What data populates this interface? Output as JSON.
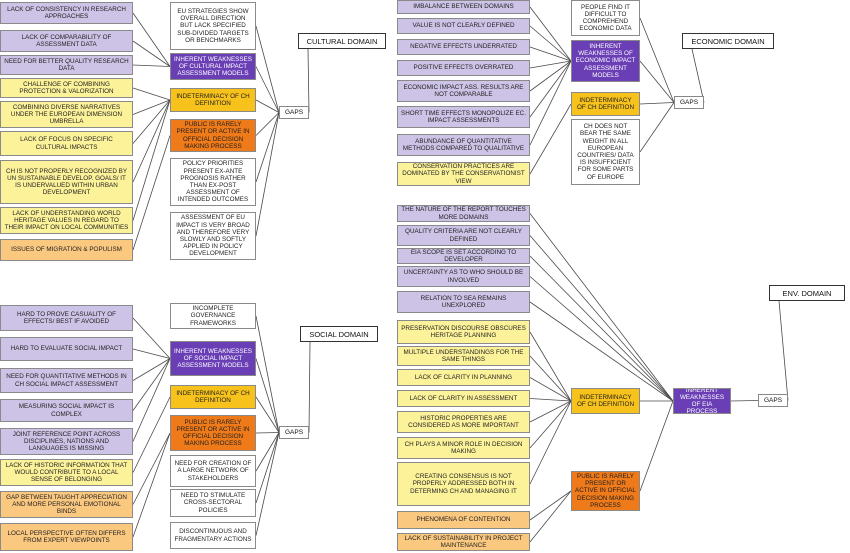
{
  "colors": {
    "lavender": "#cdc3e6",
    "purple": "#6a3fb5",
    "yellow": "#fcf29a",
    "gold": "#f7c21c",
    "orange": "#ef7a1a",
    "peach": "#fbc880",
    "white": "#ffffff",
    "line": "#4a4a4a"
  },
  "domains": {
    "cultural": "CULTURAL DOMAIN",
    "economic": "ECONOMIC DOMAIN",
    "social": "SOCIAL DOMAIN",
    "env": "ENV. DOMAIN"
  },
  "gaps_label": "GAPS",
  "cultural": {
    "causes": [
      "LACK OF CONSISTENCY IN RESEARCH APPROACHES",
      "LACK OF COMPARABILITY OF ASSESSMENT DATA",
      "NEED FOR BETTER QUALITY RESEARCH DATA",
      "CHALLENGE OF COMBINING PROTECTION & VALORIZATION",
      "COMBINING DIVERSE NARRATIVES UNDER THE EUROPEAN DIMENSION UMBRELLA",
      "LACK OF FOCUS ON SPECIFIC CULTURAL IMPACTS",
      "CH IS NOT PROPERLY RECOGNIZED BY UN SUSTAINABLE DEVELOP. GOALS/ IT IS UNDERVALUED WITHIN URBAN DEVELOPMENT",
      "LACK OF UNDERSTANDING WORLD HERITAGE VALUES IN REGARD TO THEIR IMPACT ON LOCAL COMMUNITIES",
      "ISSUES OF MIGRATION & POPULISM"
    ],
    "categories": [
      "EU STRATEGIES SHOW OVERALL DIRECTION BUT LACK SPECIFIED SUB-DIVIDED TARGETS OR BENCHMARKS",
      "INHERENT WEAKNESSES OF CULTURAL IMPACT ASSESSMENT MODELS",
      "INDETERMINACY OF CH DEFINITION",
      "PUBLIC IS RARELY PRESENT OR ACTIVE IN OFFICIAL DECISION MAKING PROCESS",
      "POLICY PRIORITIES PRESENT EX-ANTE PROGNOSIS RATHER THAN EX-POST ASSESSMENT OF INTENDED OUTCOMES",
      "ASSESSMENT OF EU IMPACT IS VERY BROAD AND THEREFORE VERY SLOWLY AND SOFTLY APPLIED IN POLICY DEVELOPMENT"
    ]
  },
  "economic": {
    "causes": [
      "IMBALANCE BETWEEN DOMAINS",
      "VALUE IS NOT CLEARLY DEFINED",
      "NEGATIVE EFFECTS UNDERRATED",
      "POSITIVE EFFECTS OVERRATED",
      "ECONOMIC IMPACT ASS. RESULTS ARE NOT COMPARABLE",
      "SHORT TIME EFFECTS MONOPOLIZE EC. IMPACT ASSESSMENTS",
      "ABUNDANCE OF QUANTITATIVE METHODS COMPARED TO QUALITATIVE",
      "CONSERVATION PRACTICES ARE DOMINATED BY THE CONSERVATIONIST VIEW"
    ],
    "categories": [
      "PEOPLE FIND IT DIFFICULT TO COMPREHEND ECONOMIC DATA",
      "INHERENT WEAKNESSES OF ECONOMIC IMPACT ASSESSMENT MODELS",
      "INDETERMINACY OF CH DEFINITION",
      "CH DOES NOT BEAR THE SAME WEIGHT IN ALL EUROPEAN COUNTRIES/ DATA IS INSUFFICIENT FOR SOME PARTS OF EUROPE"
    ]
  },
  "social": {
    "causes": [
      "HARD TO PROVE CASUALITY OF EFFECTS/ BEST IF AVOIDED",
      "HARD TO EVALUATE SOCIAL IMPACT",
      "NEED FOR QUANTITATIVE METHODS IN CH SOCIAL IMPACT ASSESSMENT",
      "MEASURING SOCIAL IMPACT IS COMPLEX",
      "JOINT REFERENCE POINT ACROSS DISCIPLINES, NATIONS AND LANGUAGES IS MISSING",
      "LACK OF HISTORIC INFORMATION THAT WOULD CONTRIBUTE TO A LOCAL SENSE OF BELONGING",
      "GAP BETWEEN TAUGHT APPRECIATION AND MORE PERSONAL EMOTIONAL BINDS",
      "LOCAL PERSPECTIVE OFTEN DIFFERS FROM EXPERT VIEWPOINTS"
    ],
    "categories": [
      "INCOMPLETE GOVERNANCE FRAMEWORKS",
      "INHERENT WEAKNESSES OF SOCIAL IMPACT ASSESSMENT MODELS",
      "INDETERMINACY OF CH DEFINITION",
      "PUBLIC IS RARELY PRESENT OR ACTIVE IN OFFICIAL DECISION MAKING PROCESS",
      "NEED FOR CREATION OF A LARGE NETWORK OF STAKEHOLDERS",
      "NEED TO STIMULATE CROSS-SECTORAL POLICIES",
      "DISCONTINUOUS AND FRAGMENTARY ACTIONS"
    ]
  },
  "env": {
    "causes": [
      "THE NATURE OF THE REPORT TOUCHES MORE DOMAINS",
      "QUALITY CRITERIA ARE NOT CLEARLY DEFINED",
      "EIA SCOPE IS SET ACCORDING TO DEVELOPER",
      "UNCERTAINTY AS TO WHO SHOULD BE INVOLVED",
      "RELATION TO SEA REMAINS UNEXPLORED",
      "PRESERVATION DISCOURSE OBSCURES HERITAGE PLANNING",
      "MULTIPLE UNDERSTANDINGS FOR THE SAME THINGS",
      "LACK OF CLARITY IN PLANNING",
      "LACK OF CLARITY IN ASSESSMENT",
      "HISTORIC PROPERTIES ARE CONSIDERED AS MORE IMPORTANT",
      "CH PLAYS A MINOR ROLE IN DECISION MAKING",
      "CREATING CONSENSUS IS NOT PROPERLY ADDRESSED BOTH IN DETERMING CH AND MANAGING IT",
      "PHENOMENA OF CONTENTION",
      "LACK OF SUSTAINABILITY IN PROJECT MAINTENANCE"
    ],
    "categories": [
      "INDETERMINACY OF CH DEFINITION",
      "PUBLIC IS RARELY PRESENT OR ACTIVE IN OFFICIAL DECISION MAKING PROCESS"
    ],
    "inherent": "INHERENT WEAKNESSES OF EIA PROCESS"
  }
}
